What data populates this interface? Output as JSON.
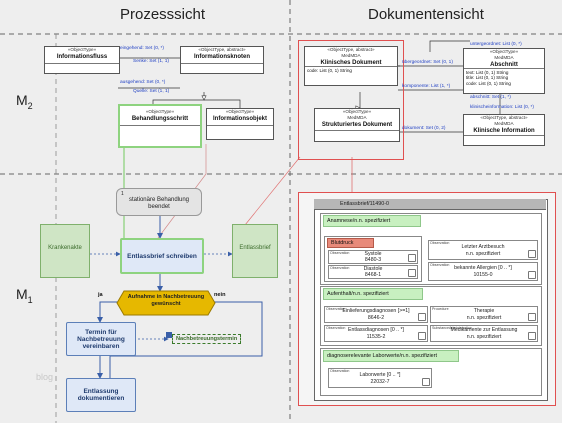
{
  "headers": {
    "left": "Prozesssicht",
    "right": "Dokumentensicht"
  },
  "levels": {
    "m2": "M",
    "m2_sub": "2",
    "m1": "M",
    "m1_sub": "1"
  },
  "m2_left": {
    "informationsfluss": {
      "stereotype": "«ObjectType»",
      "name": "Informationsfluss"
    },
    "informationsknoten": {
      "stereotype": "«ObjectType, abstract»",
      "name": "Informationsknoten"
    },
    "behandlungsschritt": {
      "stereotype": "«ObjectType»",
      "name": "Behandlungsschritt"
    },
    "informationsobjekt": {
      "stereotype": "«ObjectType»",
      "name": "Informationsobjekt"
    },
    "assoc": {
      "eingehend": "eingehend: Set (0, *)",
      "senke": "Senke: Set (1, 1)",
      "ausgehend": "ausgehend: Set (0, *)",
      "quelle": "Quelle: Set (1, 1)"
    }
  },
  "m2_right": {
    "klinisches_dokument": {
      "stereotype": "«ObjectType, abstract»",
      "package": "MedMDA",
      "name": "Klinisches Dokument",
      "attr": "code: List (0, 1) String"
    },
    "strukturiertes_dokument": {
      "stereotype": "«ObjectType»",
      "package": "MedMDA",
      "name": "Strukturiertes Dokument"
    },
    "abschnitt": {
      "stereotype": "«ObjectType»",
      "package": "MedMDA",
      "name": "Abschnitt",
      "attrs": [
        "text: List (0, 1) String",
        "title: List (0, 1) String",
        "code: List (0, 1) String"
      ]
    },
    "klinische_information": {
      "stereotype": "«ObjectType, abstract»",
      "package": "MedMDA",
      "name": "Klinische Information"
    },
    "assoc": {
      "untergeordnet": "untergeordnet: List (0, *)",
      "uebergeordnet": "übergeordnet: Set (0, 1)",
      "komponente": "komponente: List (1, *)",
      "dokument": "dokument: Set (0, 2)",
      "abschnitt": "abschnitt: Set (1, *)",
      "klinischeinformation": "klinischeinformation: List (0, *)"
    }
  },
  "m1_left": {
    "event": {
      "number": "1",
      "label": "stationäre Behandlung beendet"
    },
    "krankenakte": "Krankenakte",
    "entlassbrief_schreiben": "Entlassbrief schreiben",
    "entlassbrief": "Entlassbrief",
    "decision": "Aufnahme in Nachbetreuung gewünscht",
    "ja": "ja",
    "nein": "nein",
    "termin": "Termin für Nachbetreuung vereinbaren",
    "nachbetreuungstermin": "Nachbetreuungstermin",
    "entlassung": "Entlassung dokumentieren"
  },
  "m1_right": {
    "title": "Entlassbrief/11490-0",
    "anamnese": "Anamnese/n.n. spezifiziert",
    "blutdruck": "Blutdruck",
    "observation_label": "Observation",
    "procedure_label": "Procedure",
    "medication_label": "SubstanceAdministration",
    "systole": {
      "name": "Systole",
      "code": "8480-3"
    },
    "diastole": {
      "name": "Diastole",
      "code": "8468-1"
    },
    "arztbesuch": {
      "name": "Letzter Arztbesuch",
      "code": "n.n. spezifiziert"
    },
    "allergien": {
      "name": "bekannte Allergien [0 .. *]",
      "code": "10155-0"
    },
    "aufenthalt": "Aufenthalt/n.n. spezifiziert",
    "einlieferung": {
      "name": "Einlieferungsdiagnosen [>=1]",
      "code": "8646-2"
    },
    "entlassdiagnosen": {
      "name": "Entlassdiagnosen [0 .. *]",
      "code": "11535-2"
    },
    "therapie": {
      "name": "Therapie",
      "code": "n.n. spezifiziert"
    },
    "medikamente": {
      "name": "Medikamente zur Entlassung",
      "code": "n.n. spezifiziert"
    },
    "labor": "diagnoserelevante Laborwerte/n.n. spezifiziert",
    "laborwerte": {
      "name": "Laborwerte [0 .. *]",
      "code": "22032-7"
    }
  },
  "watermark": "blog",
  "colors": {
    "red": "#e05050",
    "green": "#8ed37f",
    "blue_box": "#dfe8f7",
    "decision": "#e6b800"
  }
}
